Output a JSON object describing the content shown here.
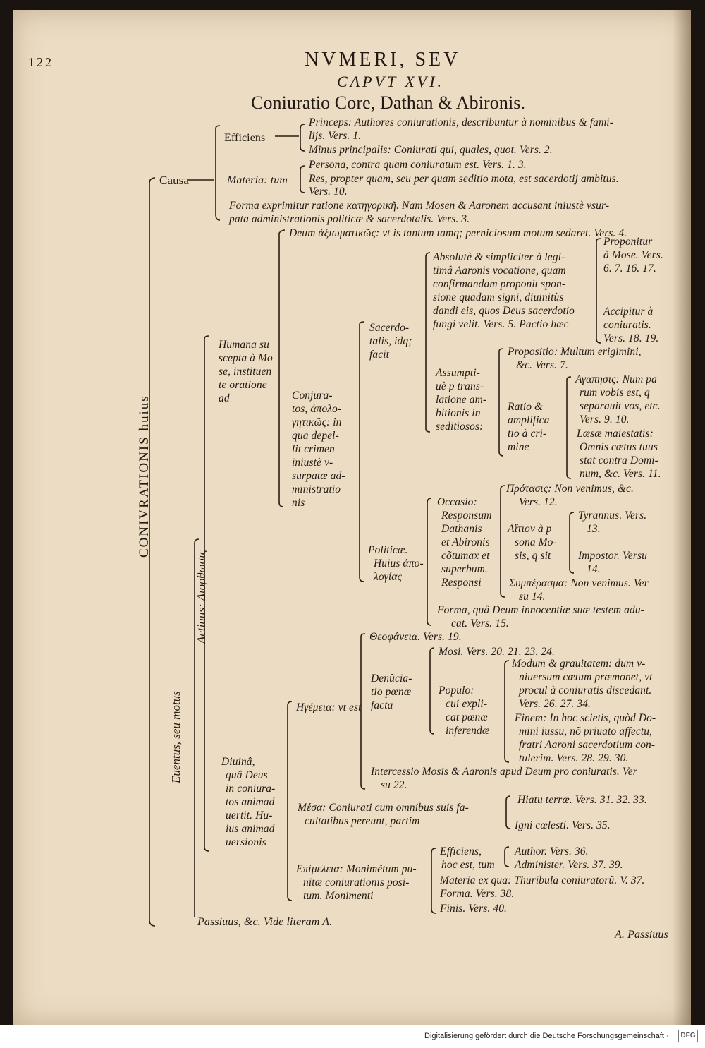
{
  "header": {
    "page_number": "122",
    "running_title": "NVMERI, SEV",
    "chapter": "CAPVT XVI.",
    "main_title": "Coniuratio Core, Dathan & Abironis."
  },
  "vertical": {
    "root": "CONIVRATIONIS huius",
    "eventus": "Euentus, seu motus",
    "actiuus": "Actiuus: Διορθωσις"
  },
  "causa": {
    "label": "Causa",
    "efficiens": "Efficiens",
    "princeps_1": "Princeps: Authores coniurationis, describuntur à nominibus & fami-",
    "princeps_2": "lijs. Vers. 1.",
    "minus": "Minus principalis: Coniurati qui, quales, quot. Vers. 2.",
    "materia": "Materia: tum",
    "persona": "Persona, contra quam coniuratum est. Vers. 1. 3.",
    "res_1": "Res, propter quam, seu per quam seditio mota, est sacerdotij ambitus.",
    "res_2": "Vers. 10.",
    "forma_1": "Forma exprimitur ratione κατηγορικῆ. Nam Mosen & Aaronem accusant iniustè vsur-",
    "forma_2": "pata administrationis politicæ & sacerdotalis. Vers. 3."
  },
  "humana": {
    "deum": "Deum ἀξιωματικῶς: vt is tantum tamq; perniciosum motum sedaret. Vers. 4.",
    "lines": [
      "Humana su",
      "scepta à Mo",
      "se, instituen",
      "te oratione",
      "ad"
    ],
    "coniuratos": [
      "Conjura-",
      "tos, ἀπολο-",
      "γητικῶς: in",
      "qua depel-",
      "lit crimen",
      "iniustè v-",
      "surpatæ ad-",
      "ministratio",
      "nis"
    ],
    "sacerdotalis": [
      "Sacerdo-",
      "talis, idq;",
      "facit"
    ],
    "absolute": [
      "Absolutè & simpliciter à legi-",
      "timâ Aaronis vocatione, quam",
      "confirmandam proponit spon-",
      "sione quadam signi, diuinitùs",
      "dandi eis, quos Deus sacerdotio",
      "fungi velit. Vers. 5. Pactio hæc"
    ],
    "proponitur": [
      "Proponitur",
      "à Mose. Vers.",
      "6. 7. 16. 17."
    ],
    "accipitur": [
      "Accipitur à",
      "coniuratis.",
      "Vers. 18. 19."
    ],
    "assumptiue": [
      "Assumpti-",
      "uè p trans-",
      "latione am-",
      "bitionis in",
      "seditiosos:"
    ],
    "propositio_1": "Propositio: Multum erigimini,",
    "propositio_2": "&c. Vers. 7.",
    "ratio": [
      "Ratio &",
      "amplifica",
      "tio à cri-",
      "mine"
    ],
    "agapesis": [
      "Αγαπησις: Num pa",
      "rum vobis est, q",
      "separauit vos, etc.",
      "Vers. 9. 10."
    ],
    "laesae": [
      "Læsæ maiestatis:",
      "Omnis cœtus tuus",
      "stat contra Domi-",
      "num, &c. Vers. 11."
    ],
    "politicae": [
      "Politicæ.",
      "Huius ἀπο-",
      "λογίας"
    ],
    "occasio": "Occasio:",
    "prothesis_1": "Πρότασις: Non venimus, &c.",
    "prothesis_2": "Vers. 12.",
    "responsum": [
      "Responsum",
      "Dathanis",
      "et Abironis",
      "cõtumax et",
      "superbum.",
      "Responsi"
    ],
    "aition": [
      "Αἴτιον à p",
      "sona Mo-",
      "sis, q sit"
    ],
    "tyrannus_1": "Tyrannus. Vers.",
    "tyrannus_2": "13.",
    "impostor_1": "Impostor. Versu",
    "impostor_2": "14.",
    "symperasma_1": "Συμπέρασμα: Non venimus. Ver",
    "symperasma_2": "su 14.",
    "forma_1": "Forma, quâ Deum innocentiæ suæ testem adu-",
    "forma_2": "cat. Vers. 15."
  },
  "diuina": {
    "theophaneia": "Θεοφάνεια. Vers. 19.",
    "denunciatio": [
      "Denũcia-",
      "tio pœnæ",
      "facta"
    ],
    "mosi": "Mosi. Vers. 20. 21. 23. 24.",
    "populo": [
      "Populo:",
      "cui expli-",
      "cat pœnæ",
      "inferendæ"
    ],
    "modum": [
      "Modum & grauitatem: dum v-",
      "niuersum cœtum præmonet, vt",
      "procul à coniuratis discedant.",
      "Vers. 26. 27. 34."
    ],
    "finem": [
      "Finem: In hoc scietis, quòd Do-",
      "mini iussu, nõ priuato affectu,",
      "fratri Aaroni sacerdotium con-",
      "tulerim. Vers. 28. 29. 30."
    ],
    "hegemeia": "Ηγέμεια: vt est",
    "intercessio_1": "Intercessio Mosis & Aaronis apud Deum pro coniuratis. Ver",
    "intercessio_2": "su 22.",
    "lines": [
      "Diuinâ,",
      "quâ Deus",
      "in coniura-",
      "tos animad",
      "uertit. Hu-",
      "ius animad",
      "uersionis"
    ],
    "mesa_1": "Μέσα: Coniurati cum omnibus suis fa-",
    "mesa_2": "cultatibus pereunt, partim",
    "hiatu": "Hiatu terræ. Vers. 31. 32. 33.",
    "igni": "Igni cœlesti. Vers. 35.",
    "epimeleia": [
      "Επίμελεια: Monimẽtum pu-",
      "nitæ coniurationis posi-",
      "tum. Monimenti"
    ],
    "efficiens_1": "Efficiens,",
    "efficiens_2": "hoc est, tum",
    "author": "Author. Vers. 36.",
    "administer": "Administer. Vers. 37. 39.",
    "materia": "Materia ex qua: Thuribula coniuratorũ. V. 37.",
    "forma": "Forma. Vers. 38.",
    "finis": "Finis. Vers. 40."
  },
  "passiuus": "Passiuus, &c. Vide literam A.",
  "catchword": "A. Passiuus",
  "credit": "Digitalisierung gefördert durch die Deutsche Forschungsgemeinschaft ·",
  "logo": "DFG",
  "colors": {
    "paper": "#ecdcc4",
    "ink": "#221a12",
    "backdrop": "#1a1410"
  }
}
